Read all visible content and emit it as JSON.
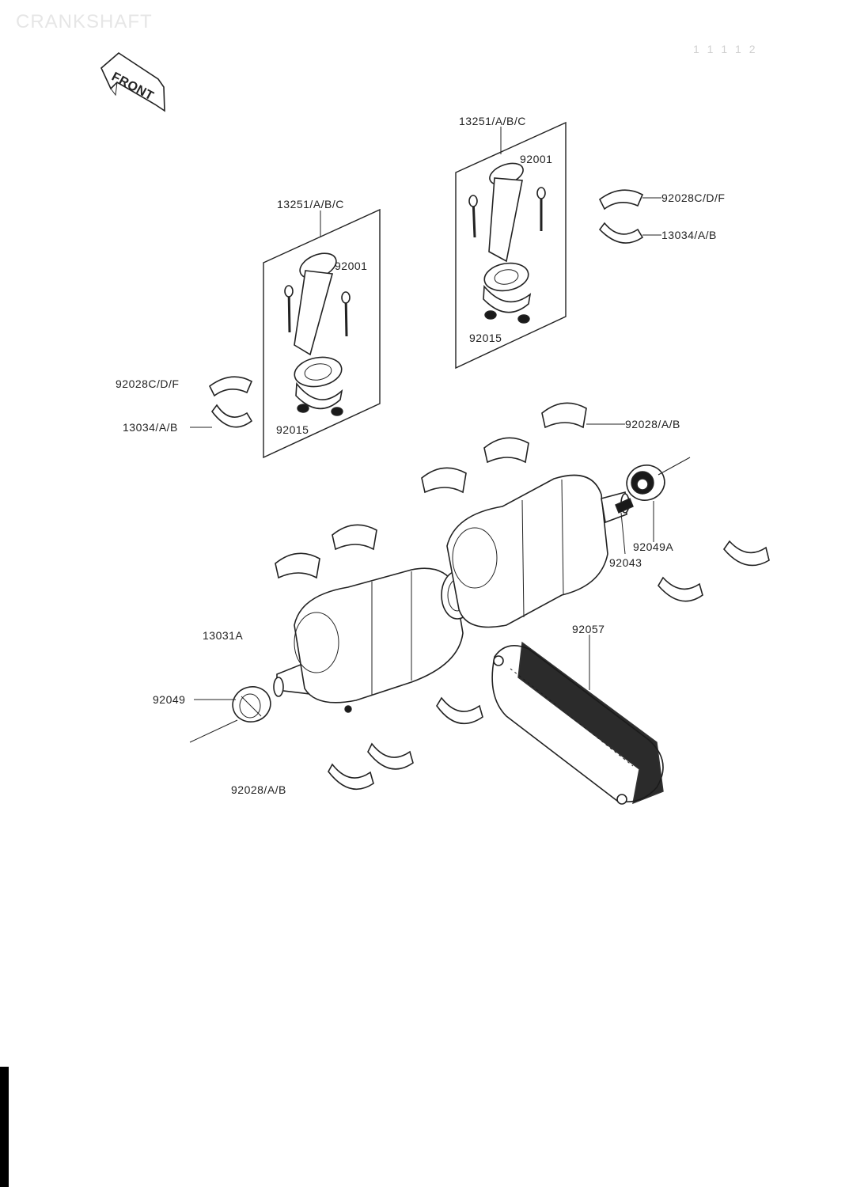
{
  "header": {
    "title": "CRANKSHAFT",
    "page_ref": "1 1 1 1 2"
  },
  "front_badge": {
    "label": "FRONT"
  },
  "labels": {
    "conrod_assy_left": "13251/A/B/C",
    "conrod_assy_right": "13251/A/B/C",
    "conrod_left": "92001",
    "conrod_right": "92001",
    "nut_left": "92015",
    "nut_right": "92015",
    "conrod_bearing_upper_left": "92028C/D/F",
    "conrod_bearing_upper_right": "92028C/D/F",
    "conrod_bearing_lower_left": "13034/A/B",
    "conrod_bearing_lower_right": "13034/A/B",
    "main_bearing_upper": "92028/A/B",
    "main_bearing_lower": "92028/A/B",
    "oil_seal_right": "92049A",
    "pin": "92043",
    "crankshaft": "13031A",
    "cam_chain": "92057",
    "oil_seal_left": "92049"
  }
}
